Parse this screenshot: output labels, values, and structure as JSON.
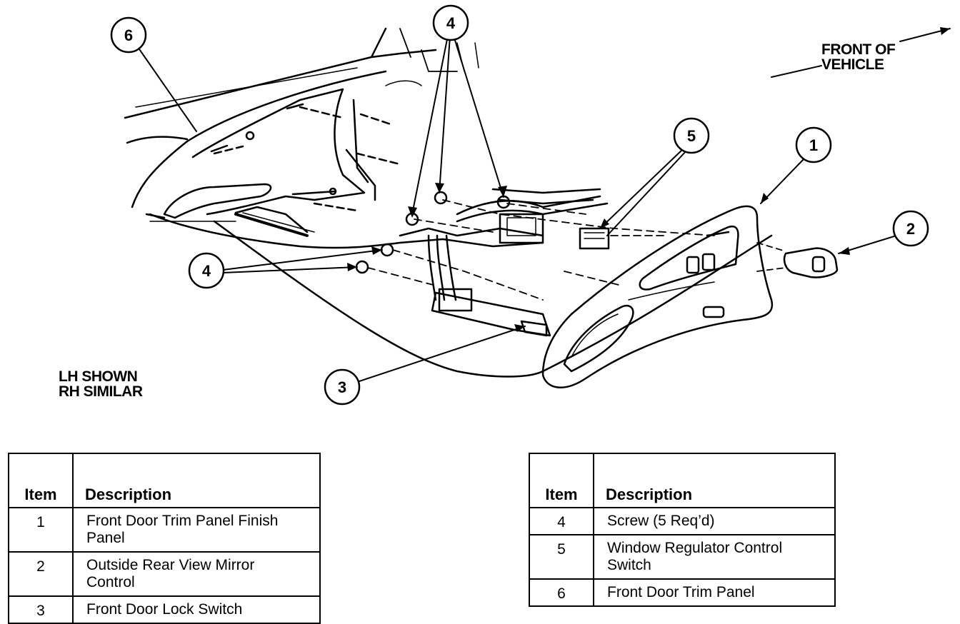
{
  "diagram": {
    "direction_label": [
      "FRONT OF",
      "VEHICLE"
    ],
    "view_note": [
      "LH SHOWN",
      "RH SIMILAR"
    ],
    "callouts": [
      "6",
      "4",
      "5",
      "1",
      "2",
      "4",
      "3"
    ]
  },
  "legend_left": {
    "header_item": "Item",
    "header_description": "Description",
    "rows": [
      {
        "item": "1",
        "description": [
          "Front Door Trim Panel Finish",
          "Panel"
        ]
      },
      {
        "item": "2",
        "description": [
          "Outside Rear View Mirror",
          "Control"
        ]
      },
      {
        "item": "3",
        "description": [
          "Front Door Lock Switch"
        ]
      }
    ]
  },
  "legend_right": {
    "header_item": "Item",
    "header_description": "Description",
    "rows": [
      {
        "item": "4",
        "description": [
          "Screw (5 Req’d)"
        ]
      },
      {
        "item": "5",
        "description": [
          "Window Regulator Control",
          "Switch"
        ]
      },
      {
        "item": "6",
        "description": [
          "Front Door Trim Panel"
        ]
      }
    ]
  }
}
